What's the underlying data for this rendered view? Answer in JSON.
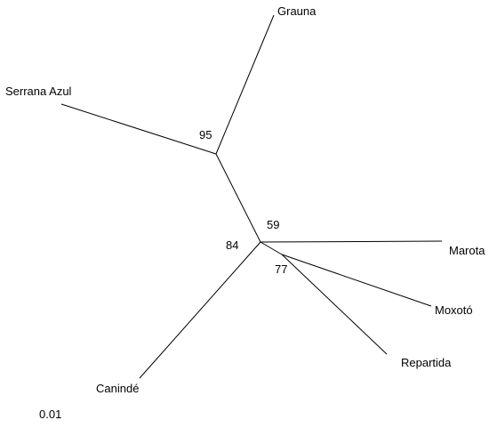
{
  "tree": {
    "taxa": [
      {
        "id": "grauna",
        "label": "Grauna"
      },
      {
        "id": "serrana-azul",
        "label": "Serrana Azul"
      },
      {
        "id": "marota",
        "label": "Marota"
      },
      {
        "id": "moxoto",
        "label": "Moxotó"
      },
      {
        "id": "repartida",
        "label": "Repartida"
      },
      {
        "id": "caninde",
        "label": "Canindé"
      }
    ],
    "support_values": [
      {
        "id": "node-upper",
        "label": "95"
      },
      {
        "id": "node-central-59",
        "label": "59"
      },
      {
        "id": "node-central-84",
        "label": "84"
      },
      {
        "id": "node-lower",
        "label": "77"
      }
    ],
    "scale_bar": {
      "label": "0.01"
    }
  }
}
